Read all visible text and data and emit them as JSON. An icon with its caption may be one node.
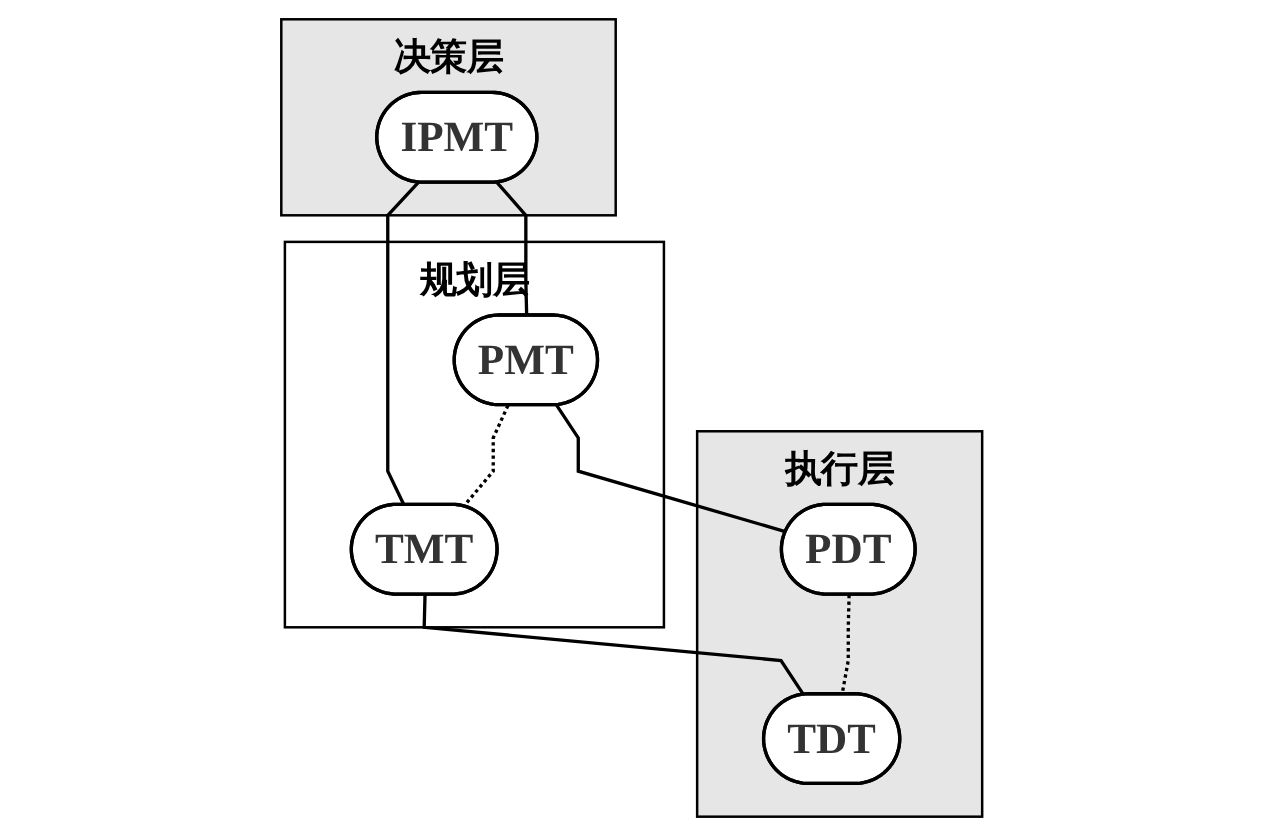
{
  "diagram": {
    "nodes": [
      {
        "text": [
          "决策层"
        ]
      },
      {
        "text": [
          "IPMT"
        ],
        "in": 0
      },
      {
        "text": [
          "规划层"
        ]
      },
      {
        "text": [
          "PMT"
        ],
        "in": 2
      },
      {
        "text": [
          "TMT"
        ],
        "in": 2
      },
      {
        "text": [
          "执行层"
        ]
      },
      {
        "text": [
          "PDT"
        ],
        "in": 5
      },
      {
        "text": [
          "TDT"
        ],
        "in": 5
      }
    ],
    "edges": [
      {
        "from": 1,
        "to": 3,
        "arrow": "none"
      },
      {
        "from": 1,
        "to": 4,
        "arrow": "none"
      },
      {
        "from": 3,
        "to": 4,
        "arrow": "none",
        "style": "dashed"
      },
      {
        "from": 3,
        "to": 6,
        "arrow": "none"
      },
      {
        "from": 4,
        "to": 7,
        "arrow": "none"
      },
      {
        "from": 6,
        "to": 7,
        "arrow": "none",
        "style": "dashed"
      }
    ]
  }
}
